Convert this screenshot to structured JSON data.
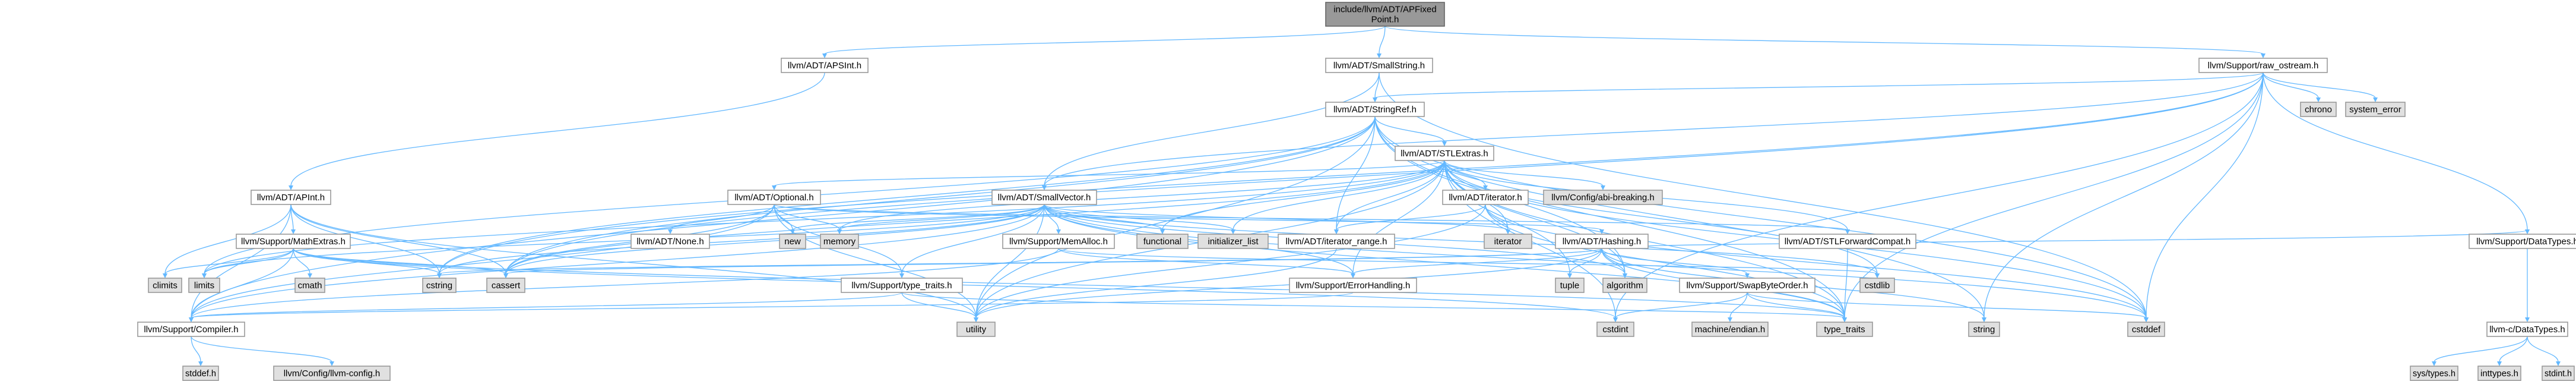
{
  "colors": {
    "edge": "#63b8ff",
    "node_border": "#999999",
    "root_fill": "#999999",
    "system_fill": "#e0e0e0"
  },
  "nodes": [
    {
      "id": "root",
      "lines": [
        "include/llvm/ADT/APFixed",
        "Point.h"
      ],
      "kind": "root"
    },
    {
      "id": "apsint",
      "lines": [
        "llvm/ADT/APSInt.h"
      ],
      "kind": "file"
    },
    {
      "id": "smallstring",
      "lines": [
        "llvm/ADT/SmallString.h"
      ],
      "kind": "file"
    },
    {
      "id": "rawostream",
      "lines": [
        "llvm/Support/raw_ostream.h"
      ],
      "kind": "file"
    },
    {
      "id": "stringref",
      "lines": [
        "llvm/ADT/StringRef.h"
      ],
      "kind": "file"
    },
    {
      "id": "chrono",
      "lines": [
        "chrono"
      ],
      "kind": "system"
    },
    {
      "id": "system_error",
      "lines": [
        "system_error"
      ],
      "kind": "system"
    },
    {
      "id": "stlextras",
      "lines": [
        "llvm/ADT/STLExtras.h"
      ],
      "kind": "file"
    },
    {
      "id": "apint",
      "lines": [
        "llvm/ADT/APInt.h"
      ],
      "kind": "file"
    },
    {
      "id": "optional",
      "lines": [
        "llvm/ADT/Optional.h"
      ],
      "kind": "file"
    },
    {
      "id": "smallvector",
      "lines": [
        "llvm/ADT/SmallVector.h"
      ],
      "kind": "file"
    },
    {
      "id": "iterator_h",
      "lines": [
        "llvm/ADT/iterator.h"
      ],
      "kind": "file"
    },
    {
      "id": "abibreaking",
      "lines": [
        "llvm/Config/abi-breaking.h"
      ],
      "kind": "system"
    },
    {
      "id": "mathextras",
      "lines": [
        "llvm/Support/MathExtras.h"
      ],
      "kind": "file"
    },
    {
      "id": "none",
      "lines": [
        "llvm/ADT/None.h"
      ],
      "kind": "file"
    },
    {
      "id": "new",
      "lines": [
        "new"
      ],
      "kind": "system"
    },
    {
      "id": "memory",
      "lines": [
        "memory"
      ],
      "kind": "system"
    },
    {
      "id": "memalloc",
      "lines": [
        "llvm/Support/MemAlloc.h"
      ],
      "kind": "file"
    },
    {
      "id": "functional",
      "lines": [
        "functional"
      ],
      "kind": "system"
    },
    {
      "id": "initializer_list",
      "lines": [
        "initializer_list"
      ],
      "kind": "system"
    },
    {
      "id": "iterator_range",
      "lines": [
        "llvm/ADT/iterator_range.h"
      ],
      "kind": "file"
    },
    {
      "id": "iterator",
      "lines": [
        "iterator"
      ],
      "kind": "system"
    },
    {
      "id": "hashing",
      "lines": [
        "llvm/ADT/Hashing.h"
      ],
      "kind": "file"
    },
    {
      "id": "stlforward",
      "lines": [
        "llvm/ADT/STLForwardCompat.h"
      ],
      "kind": "file"
    },
    {
      "id": "datatypes",
      "lines": [
        "llvm/Support/DataTypes.h"
      ],
      "kind": "file"
    },
    {
      "id": "climits",
      "lines": [
        "climits"
      ],
      "kind": "system"
    },
    {
      "id": "limits",
      "lines": [
        "limits"
      ],
      "kind": "system"
    },
    {
      "id": "cmath",
      "lines": [
        "cmath"
      ],
      "kind": "system"
    },
    {
      "id": "cstring",
      "lines": [
        "cstring"
      ],
      "kind": "system"
    },
    {
      "id": "cassert",
      "lines": [
        "cassert"
      ],
      "kind": "system"
    },
    {
      "id": "typetraits_h",
      "lines": [
        "llvm/Support/type_traits.h"
      ],
      "kind": "file"
    },
    {
      "id": "errorhandling",
      "lines": [
        "llvm/Support/ErrorHandling.h"
      ],
      "kind": "file"
    },
    {
      "id": "tuple",
      "lines": [
        "tuple"
      ],
      "kind": "system"
    },
    {
      "id": "algorithm",
      "lines": [
        "algorithm"
      ],
      "kind": "system"
    },
    {
      "id": "swapbyteorder",
      "lines": [
        "llvm/Support/SwapByteOrder.h"
      ],
      "kind": "file"
    },
    {
      "id": "cstdlib",
      "lines": [
        "cstdlib"
      ],
      "kind": "system"
    },
    {
      "id": "compiler",
      "lines": [
        "llvm/Support/Compiler.h"
      ],
      "kind": "file"
    },
    {
      "id": "utility",
      "lines": [
        "utility"
      ],
      "kind": "system"
    },
    {
      "id": "cstdint",
      "lines": [
        "cstdint"
      ],
      "kind": "system"
    },
    {
      "id": "type_traits",
      "lines": [
        "type_traits"
      ],
      "kind": "system"
    },
    {
      "id": "string",
      "lines": [
        "string"
      ],
      "kind": "system"
    },
    {
      "id": "cstddef",
      "lines": [
        "cstddef"
      ],
      "kind": "system"
    },
    {
      "id": "machineendian",
      "lines": [
        "machine/endian.h"
      ],
      "kind": "system"
    },
    {
      "id": "llvmc_datatypes",
      "lines": [
        "llvm-c/DataTypes.h"
      ],
      "kind": "file"
    },
    {
      "id": "stddef",
      "lines": [
        "stddef.h"
      ],
      "kind": "system"
    },
    {
      "id": "llvmconfig",
      "lines": [
        "llvm/Config/llvm-config.h"
      ],
      "kind": "system"
    },
    {
      "id": "systypes",
      "lines": [
        "sys/types.h"
      ],
      "kind": "system"
    },
    {
      "id": "inttypes",
      "lines": [
        "inttypes.h"
      ],
      "kind": "system"
    },
    {
      "id": "stdint",
      "lines": [
        "stdint.h"
      ],
      "kind": "system"
    }
  ],
  "edges": [
    [
      "root",
      "apsint"
    ],
    [
      "root",
      "smallstring"
    ],
    [
      "root",
      "rawostream"
    ],
    [
      "apsint",
      "apint"
    ],
    [
      "smallstring",
      "smallvector"
    ],
    [
      "smallstring",
      "stringref"
    ],
    [
      "smallstring",
      "cstddef"
    ],
    [
      "rawostream",
      "stringref"
    ],
    [
      "rawostream",
      "smallvector"
    ],
    [
      "rawostream",
      "chrono"
    ],
    [
      "rawostream",
      "system_error"
    ],
    [
      "rawostream",
      "datatypes"
    ],
    [
      "rawostream",
      "cassert"
    ],
    [
      "rawostream",
      "cstddef"
    ],
    [
      "rawostream",
      "cstdint"
    ],
    [
      "rawostream",
      "cstring"
    ],
    [
      "rawostream",
      "string"
    ],
    [
      "rawostream",
      "type_traits"
    ],
    [
      "stringref",
      "stlextras"
    ],
    [
      "stringref",
      "iterator_range"
    ],
    [
      "stringref",
      "compiler"
    ],
    [
      "stringref",
      "algorithm"
    ],
    [
      "stringref",
      "cassert"
    ],
    [
      "stringref",
      "cstddef"
    ],
    [
      "stringref",
      "cstring"
    ],
    [
      "stringref",
      "limits"
    ],
    [
      "stringref",
      "string"
    ],
    [
      "stringref",
      "type_traits"
    ],
    [
      "stringref",
      "utility"
    ],
    [
      "stlextras",
      "optional"
    ],
    [
      "stlextras",
      "stlforward"
    ],
    [
      "stlextras",
      "iterator_h"
    ],
    [
      "stlextras",
      "iterator_range"
    ],
    [
      "stlextras",
      "abibreaking"
    ],
    [
      "stlextras",
      "errorhandling"
    ],
    [
      "stlextras",
      "algorithm"
    ],
    [
      "stlextras",
      "cassert"
    ],
    [
      "stlextras",
      "cstddef"
    ],
    [
      "stlextras",
      "cstdint"
    ],
    [
      "stlextras",
      "cstdlib"
    ],
    [
      "stlextras",
      "functional"
    ],
    [
      "stlextras",
      "initializer_list"
    ],
    [
      "stlextras",
      "iterator"
    ],
    [
      "stlextras",
      "limits"
    ],
    [
      "stlextras",
      "memory"
    ],
    [
      "stlextras",
      "tuple"
    ],
    [
      "stlextras",
      "type_traits"
    ],
    [
      "stlextras",
      "utility"
    ],
    [
      "apint",
      "compiler"
    ],
    [
      "apint",
      "mathextras"
    ],
    [
      "apint",
      "cassert"
    ],
    [
      "apint",
      "climits"
    ],
    [
      "apint",
      "cstring"
    ],
    [
      "apint",
      "utility"
    ],
    [
      "optional",
      "hashing"
    ],
    [
      "optional",
      "none"
    ],
    [
      "optional",
      "stlforward"
    ],
    [
      "optional",
      "compiler"
    ],
    [
      "optional",
      "typetraits_h"
    ],
    [
      "optional",
      "cassert"
    ],
    [
      "optional",
      "memory"
    ],
    [
      "optional",
      "new"
    ],
    [
      "optional",
      "utility"
    ],
    [
      "smallvector",
      "compiler"
    ],
    [
      "smallvector",
      "errorhandling"
    ],
    [
      "smallvector",
      "memalloc"
    ],
    [
      "smallvector",
      "typetraits_h"
    ],
    [
      "smallvector",
      "algorithm"
    ],
    [
      "smallvector",
      "cassert"
    ],
    [
      "smallvector",
      "cstddef"
    ],
    [
      "smallvector",
      "cstdlib"
    ],
    [
      "smallvector",
      "cstring"
    ],
    [
      "smallvector",
      "functional"
    ],
    [
      "smallvector",
      "initializer_list"
    ],
    [
      "smallvector",
      "iterator"
    ],
    [
      "smallvector",
      "limits"
    ],
    [
      "smallvector",
      "memory"
    ],
    [
      "smallvector",
      "new"
    ],
    [
      "smallvector",
      "type_traits"
    ],
    [
      "smallvector",
      "utility"
    ],
    [
      "iterator_h",
      "iterator_range"
    ],
    [
      "iterator_h",
      "iterator"
    ],
    [
      "iterator_h",
      "cstddef"
    ],
    [
      "iterator_h",
      "type_traits"
    ],
    [
      "iterator_h",
      "utility"
    ],
    [
      "mathextras",
      "compiler"
    ],
    [
      "mathextras",
      "cassert"
    ],
    [
      "mathextras",
      "climits"
    ],
    [
      "mathextras",
      "cmath"
    ],
    [
      "mathextras",
      "cstdint"
    ],
    [
      "mathextras",
      "cstring"
    ],
    [
      "mathextras",
      "limits"
    ],
    [
      "mathextras",
      "type_traits"
    ],
    [
      "memalloc",
      "compiler"
    ],
    [
      "memalloc",
      "errorhandling"
    ],
    [
      "memalloc",
      "cstdlib"
    ],
    [
      "iterator_range",
      "utility"
    ],
    [
      "hashing",
      "datatypes"
    ],
    [
      "hashing",
      "errorhandling"
    ],
    [
      "hashing",
      "swapbyteorder"
    ],
    [
      "hashing",
      "type_traits"
    ],
    [
      "hashing",
      "algorithm"
    ],
    [
      "hashing",
      "cassert"
    ],
    [
      "hashing",
      "cstring"
    ],
    [
      "hashing",
      "string"
    ],
    [
      "hashing",
      "tuple"
    ],
    [
      "hashing",
      "utility"
    ],
    [
      "stlforward",
      "type_traits"
    ],
    [
      "typetraits_h",
      "compiler"
    ],
    [
      "typetraits_h",
      "type_traits"
    ],
    [
      "typetraits_h",
      "utility"
    ],
    [
      "errorhandling",
      "compiler"
    ],
    [
      "swapbyteorder",
      "cstddef"
    ],
    [
      "swapbyteorder",
      "cstdint"
    ],
    [
      "swapbyteorder",
      "type_traits"
    ],
    [
      "swapbyteorder",
      "machineendian"
    ],
    [
      "compiler",
      "llvmconfig"
    ],
    [
      "compiler",
      "stddef"
    ],
    [
      "datatypes",
      "llvmc_datatypes"
    ],
    [
      "llvmc_datatypes",
      "systypes"
    ],
    [
      "llvmc_datatypes",
      "inttypes"
    ],
    [
      "llvmc_datatypes",
      "stdint"
    ]
  ]
}
